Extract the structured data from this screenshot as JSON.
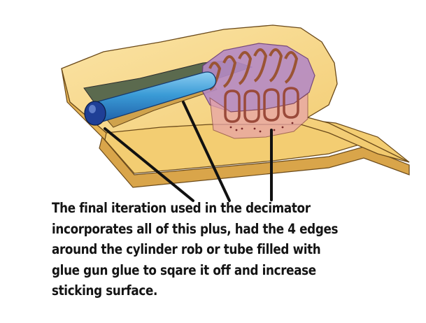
{
  "caption": {
    "lines": [
      "The final iteration used in the decimator",
      "incorporates all of this plus, had the 4 edges",
      "around the cylinder rob  or tube filled with",
      "glue gun glue to sqare it off and increase",
      "sticking surface."
    ]
  },
  "colors": {
    "body": "#f2cd74",
    "body_shade": "#dca64a",
    "rod": "#3a9bd6",
    "rod_dark": "#1f4fa0",
    "coil": "#a35a3a",
    "coil_area": "#b58ac4",
    "leader_line": "#111111"
  }
}
